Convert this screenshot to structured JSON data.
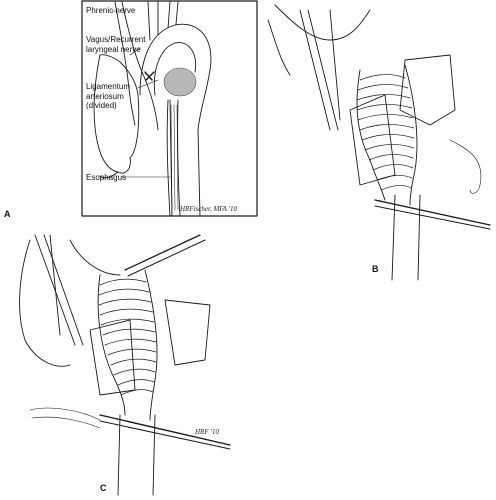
{
  "panel_a": {
    "letter": "A",
    "labels": {
      "phrenic": "Phrenic nerve",
      "vagus": "Vagus/Recurrent\nlaryngeal nerve",
      "ligamentum": "Ligamentum\narteriosum\n(divided)",
      "esophagus": "Esophagus"
    },
    "signature": "HRFischer, MFA '10"
  },
  "panel_b": {
    "letter": "B"
  },
  "panel_c": {
    "letter": "C",
    "signature": "HRF '10"
  },
  "colors": {
    "ink": "#1a1a1a",
    "shade": "#b8b8b8",
    "paper": "#ffffff"
  }
}
